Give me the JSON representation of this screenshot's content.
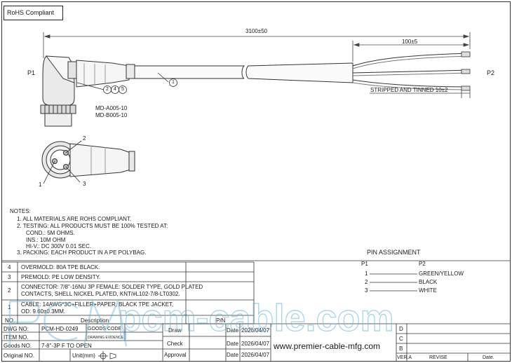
{
  "rohs_label": "RoHS Compliant",
  "top_dimensions": {
    "overall_length": "3100±50",
    "strip_length": "100±5",
    "stripped_note": "STRIPPED AND TINNED 10±2"
  },
  "ends": {
    "p1": "P1",
    "p2": "P2"
  },
  "callouts": {
    "cable": "1",
    "connector_group": [
      "2",
      "4",
      "5"
    ]
  },
  "connector_models": [
    "MD-A005-10",
    "MD-B005-10"
  ],
  "pin_face_labels": {
    "pin1": "1",
    "pin2": "2",
    "pin3": "3"
  },
  "notes": {
    "title": "NOTES:",
    "lines": [
      "1. ALL MATERIALS ARE ROHS COMPLIANT.",
      "2. TESTING: ALL PRODUCTS MUST BE 100% TESTED AT:",
      "COND.: 5M OHMS.",
      "INS.: 10M OHM",
      "HI-V.: DC 300V 0.01 SEC.",
      "3. PACKING: EACH PRODUCT IN A PE POLYBAG."
    ]
  },
  "pin_assignment": {
    "title": "PIN  ASSIGNMENT",
    "col_p1": "P1",
    "col_p2": "P2",
    "rows": [
      {
        "p1": "1",
        "p2": "GREEN/YELLOW"
      },
      {
        "p1": "2",
        "p2": "BLACK"
      },
      {
        "p1": "3",
        "p2": "WHITE"
      }
    ]
  },
  "bom": {
    "rows": [
      {
        "no": "4",
        "desc": [
          "OVERMOLD: 80A TPE BLACK."
        ]
      },
      {
        "no": "3",
        "desc": [
          "PREMOLD: PE LOW DENSITY."
        ]
      },
      {
        "no": "2",
        "desc": [
          "CONNECTOR: 7/8\"-16NU 3P FEMALE: SOLDER TYPE, GOLD PLATED",
          "CONTACTS, SHELL NICKEL PLATED, KNT/#L102-7/8-LT0302."
        ]
      },
      {
        "no": "1",
        "desc": [
          "CABLE: 14AWG*3C+FILLER+PAPER, BLACK TPE JACKET,",
          "OD: 9.60±0.3MM."
        ]
      }
    ],
    "header": {
      "no": "NO.",
      "description": "Description",
      "pn": "P/N"
    }
  },
  "title_block": {
    "dwg_no_label": "DWG NO:",
    "dwg_no_value": "PCM-HD-0249",
    "goods_code_label": "GOODS CODE",
    "drawing_evidence": "DRAWING EVIDENCE",
    "item_no_label": "ITEM NO.",
    "goods_no_label": "Goods NO.",
    "goods_no_value": "7-8\"-3P F TO OPEN",
    "original_no_label": "Original NO.",
    "unit_label": "Unit(mm)",
    "draw_label": "Draw",
    "check_label": "Check",
    "approval_label": "Approval",
    "date_label": "Date",
    "dates": [
      "2026/04/07",
      "2026/04/07",
      "2026/04/07"
    ],
    "website": "www.premier-cable-mfg.com",
    "rev_letters": [
      "D",
      "C",
      "B"
    ],
    "rev_footer": {
      "ver": "VER.A",
      "revise": "REVISE",
      "date": "Date."
    }
  },
  "watermark": {
    "text": "pcm-cable.com",
    "color": "#6fb3d6"
  }
}
